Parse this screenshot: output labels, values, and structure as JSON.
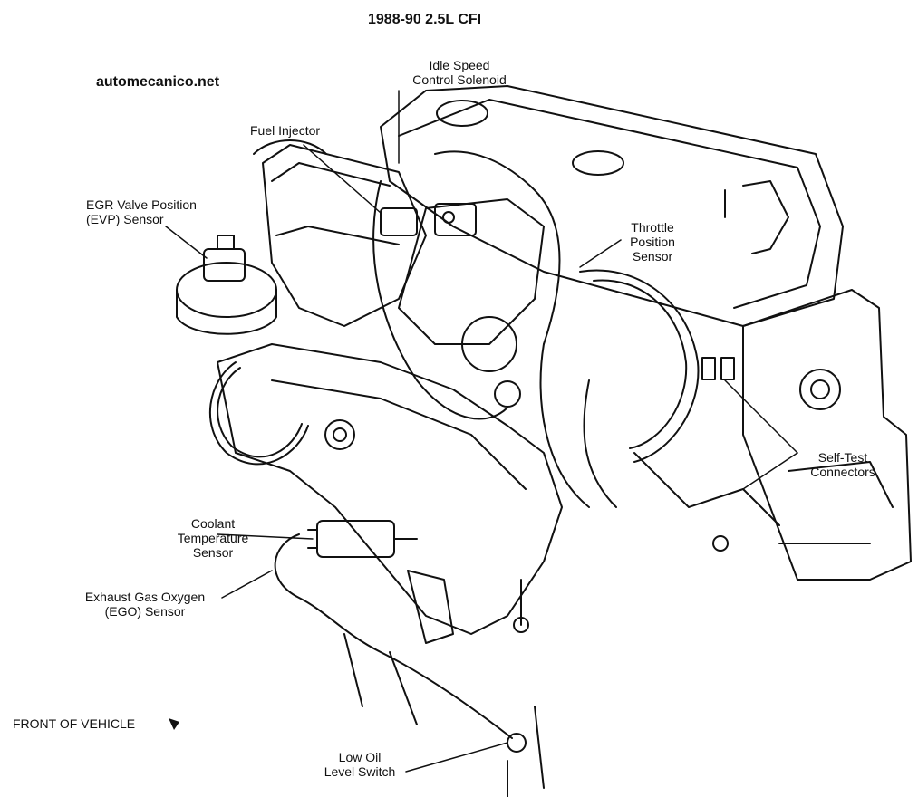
{
  "title": "1988-90 2.5L CFI",
  "watermark": "automecanico.net",
  "labels": {
    "idle_speed": [
      "Idle Speed",
      "Control Solenoid"
    ],
    "fuel_injector": [
      "Fuel Injector"
    ],
    "egr": [
      "EGR Valve Position",
      "(EVP) Sensor"
    ],
    "throttle": [
      "Throttle",
      "Position",
      "Sensor"
    ],
    "self_test": [
      "Self-Test",
      "Connectors"
    ],
    "coolant": [
      "Coolant",
      "Temperature",
      "Sensor"
    ],
    "ego": [
      "Exhaust Gas Oxygen",
      "(EGO) Sensor"
    ],
    "low_oil": [
      "Low Oil",
      "Level Switch"
    ],
    "front": [
      "FRONT OF VEHICLE"
    ]
  },
  "colors": {
    "ink": "#111111",
    "paper": "#ffffff"
  }
}
